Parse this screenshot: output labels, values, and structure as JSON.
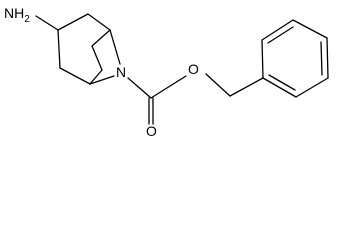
{
  "molecule": {
    "amine_label": "NH2",
    "ring_nitrogen_label": "N",
    "carbonyl_oxygen_label": "O",
    "ester_oxygen_label": "O"
  }
}
